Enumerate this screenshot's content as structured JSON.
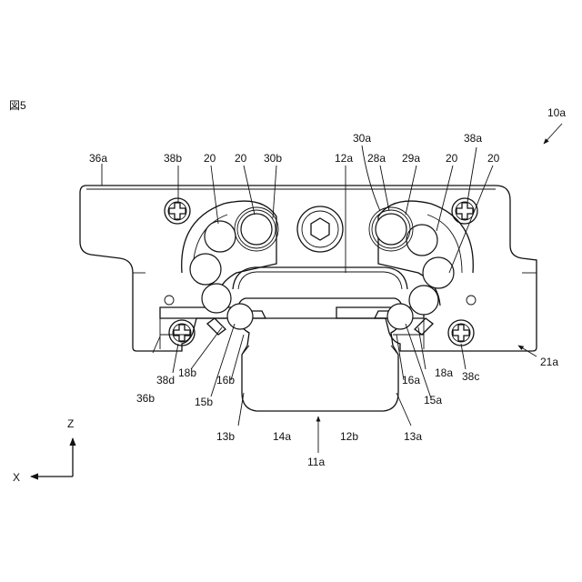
{
  "figure_title": "図5",
  "labels": {
    "l10a": "10a",
    "l36a": "36a",
    "l38b": "38b",
    "l20_1": "20",
    "l20_2": "20",
    "l30b": "30b",
    "l30a": "30a",
    "l12a": "12a",
    "l28a": "28a",
    "l29a": "29a",
    "l20_3": "20",
    "l38a": "38a",
    "l20_4": "20",
    "l21a": "21a",
    "l36b": "36b",
    "l38d": "38d",
    "l18b": "18b",
    "l16b": "16b",
    "l15b": "15b",
    "l16a": "16a",
    "l18a": "18a",
    "l38c": "38c",
    "l15a": "15a",
    "l13b": "13b",
    "l14a": "14a",
    "l12b": "12b",
    "l13a": "13a",
    "l11a": "11a"
  },
  "axes": {
    "z_label": "Z",
    "x_label": "X"
  },
  "colors": {
    "line": "#111111",
    "background": "#ffffff"
  }
}
